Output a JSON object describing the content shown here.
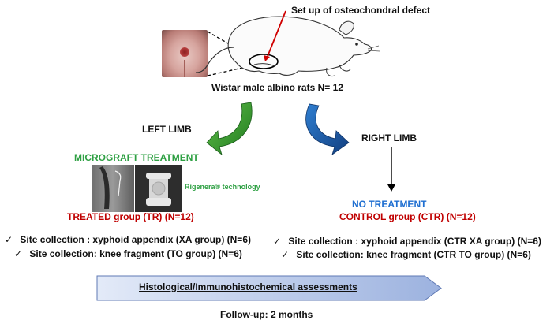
{
  "defect_label": "Set up of osteochondral  defect",
  "rats_label": "Wistar male albino rats N= 12",
  "left_limb": "LEFT LIMB",
  "right_limb": "RIGHT LIMB",
  "micrograft_label": "MICROGRAFT TREATMENT",
  "rigenera_label": "Rigenera® technology",
  "treated_group": "TREATED group (TR) (N=12)",
  "no_treatment": "NO TREATMENT",
  "control_group": "CONTROL group (CTR) (N=12)",
  "left_collections": [
    "Site collection : xyphoid appendix (XA group) (N=6)",
    "Site collection: knee fragment (TO group) (N=6)"
  ],
  "right_collections": [
    "Site collection : xyphoid appendix (CTR XA group) (N=6)",
    "Site collection: knee fragment (CTR TO group) (N=6)"
  ],
  "check_mark": "✓",
  "assessment_label": "Histological/Immunohistochemical   assessments",
  "follow_up": "Follow-up:  2 months",
  "colors": {
    "green": "#2ea043",
    "red": "#c00000",
    "blue": "#1f6fd1",
    "arrow_green": "#3a9a2a",
    "arrow_blue": "#1f5fa8",
    "banner_light": "#dfe7f6",
    "banner_dark": "#9db3df"
  }
}
